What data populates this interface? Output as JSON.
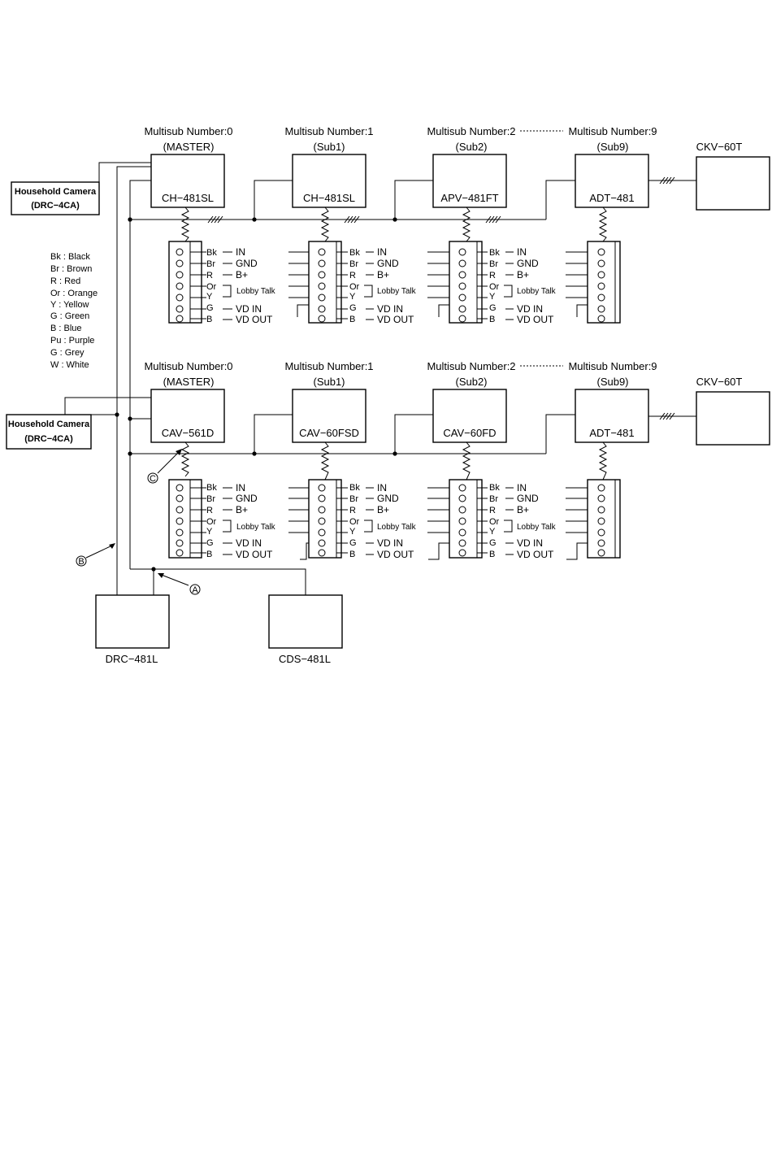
{
  "rows": [
    {
      "units": [
        {
          "header": "Multisub Number:0",
          "sub": "(MASTER)",
          "model": "CH−481SL"
        },
        {
          "header": "Multisub Number:1",
          "sub": "(Sub1)",
          "model": "CH−481SL"
        },
        {
          "header": "Multisub Number:2",
          "sub": "(Sub2)",
          "model": "APV−481FT"
        },
        {
          "header": "Multisub Number:9",
          "sub": "(Sub9)",
          "model": "ADT−481"
        }
      ],
      "remote": "CKV−60T",
      "camera": {
        "line1": "Household Camera",
        "line2": "(DRC−4CA)"
      }
    },
    {
      "units": [
        {
          "header": "Multisub Number:0",
          "sub": "(MASTER)",
          "model": "CAV−561D"
        },
        {
          "header": "Multisub Number:1",
          "sub": "(Sub1)",
          "model": "CAV−60FSD"
        },
        {
          "header": "Multisub Number:2",
          "sub": "(Sub2)",
          "model": "CAV−60FD"
        },
        {
          "header": "Multisub Number:9",
          "sub": "(Sub9)",
          "model": "ADT−481"
        }
      ],
      "remote": "CKV−60T",
      "camera": {
        "line1": "Household Camera",
        "line2": "(DRC−4CA)"
      }
    }
  ],
  "wire_codes": [
    "Bk",
    "Br",
    "R",
    "Or",
    "Y",
    "G",
    "B"
  ],
  "signals": {
    "in": "IN",
    "gnd": "GND",
    "bplus": "B+",
    "lobby": "Lobby Talk",
    "vdin": "VD IN",
    "vdout": "VD OUT"
  },
  "legend": [
    "Bk : Black",
    "Br : Brown",
    "R : Red",
    "Or : Orange",
    "Y : Yellow",
    "G : Green",
    "B : Blue",
    "Pu : Purple",
    "G : Grey",
    "W : White"
  ],
  "markers": {
    "a": "A",
    "b": "B",
    "c": "C"
  },
  "bottom_devices": [
    {
      "label": "DRC−481L"
    },
    {
      "label": "CDS−481L"
    }
  ]
}
